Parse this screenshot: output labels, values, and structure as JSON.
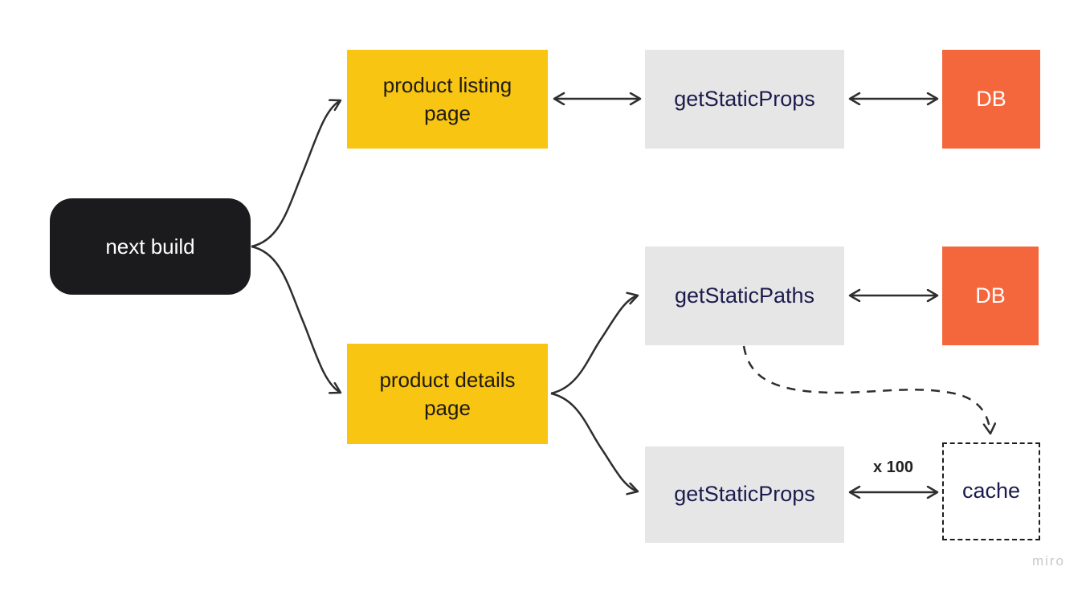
{
  "palette": {
    "node_black": "#1B1B1D",
    "node_yellow": "#F8C513",
    "node_gray": "#E7E6E6",
    "node_orange": "#F4673D",
    "text_light": "#FFFFFF",
    "text_dark": "#1F1B13",
    "text_navy": "#1B1B4D",
    "arrow": "#2E2E2E",
    "watermark": "#C9C9C9"
  },
  "nodes": {
    "next_build": {
      "label": "next build",
      "shape": "rounded-rect",
      "color": "#1B1B1D"
    },
    "product_listing": {
      "label": "product listing page",
      "shape": "rect",
      "color": "#F8C513"
    },
    "get_static_props_top": {
      "label": "getStaticProps",
      "shape": "rect",
      "color": "#E7E6E6"
    },
    "db_top": {
      "label": "DB",
      "shape": "rect",
      "color": "#F4673D"
    },
    "get_static_paths": {
      "label": "getStaticPaths",
      "shape": "rect",
      "color": "#E7E6E6"
    },
    "db_mid": {
      "label": "DB",
      "shape": "rect",
      "color": "#F4673D"
    },
    "product_details": {
      "label": "product details page",
      "shape": "rect",
      "color": "#F8C513"
    },
    "get_static_props_bottom": {
      "label": "getStaticProps",
      "shape": "rect",
      "color": "#E7E6E6"
    },
    "cache": {
      "label": "cache",
      "shape": "dashed-rect",
      "color": "#FFFFFF"
    }
  },
  "edges": [
    {
      "from": "next build",
      "to": "product listing page",
      "style": "curved",
      "arrow": "end"
    },
    {
      "from": "next build",
      "to": "product details page",
      "style": "curved",
      "arrow": "end"
    },
    {
      "from": "product listing page",
      "to": "getStaticProps",
      "style": "straight",
      "arrow": "both"
    },
    {
      "from": "getStaticProps",
      "to": "DB",
      "style": "straight",
      "arrow": "both"
    },
    {
      "from": "product details page",
      "to": "getStaticPaths",
      "style": "curved",
      "arrow": "end"
    },
    {
      "from": "product details page",
      "to": "getStaticProps",
      "style": "curved",
      "arrow": "end"
    },
    {
      "from": "getStaticPaths",
      "to": "DB",
      "style": "straight",
      "arrow": "both"
    },
    {
      "from": "getStaticProps",
      "to": "cache",
      "style": "straight",
      "arrow": "both",
      "label": "x 100"
    },
    {
      "from": "getStaticPaths",
      "to": "cache",
      "style": "dashed-curved",
      "arrow": "end"
    }
  ],
  "edge_labels": {
    "multiplier": "x 100"
  },
  "watermark": "miro"
}
